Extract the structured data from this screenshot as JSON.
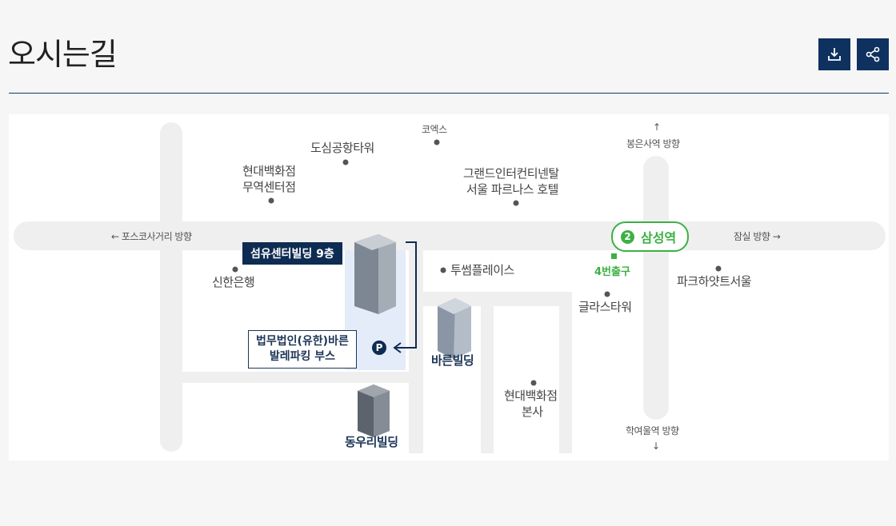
{
  "header": {
    "title": "오시는길",
    "download_icon": "download-icon",
    "share_icon": "share-icon",
    "accent": "#0e3160"
  },
  "map": {
    "directions": {
      "west": "← 포스코사거리 방향",
      "east": "잠실 방향 →",
      "north_arrow": "↑",
      "north": "봉은사역 방향",
      "south": "학여울역 방향",
      "south_arrow": "↓"
    },
    "landmarks": {
      "coex": "코엑스",
      "dosim": "도심공항타워",
      "hyundai_line1": "현대백화점",
      "hyundai_line2": "무역센터점",
      "grand_line1": "그랜드인터컨티넨탈",
      "grand_line2": "서울 파르나스 호텔",
      "shinhan": "신한은행",
      "tusum": "투썸플레이스",
      "glass": "글라스타워",
      "park": "파크하얏트서울",
      "hq_line1": "현대백화점",
      "hq_line2": "본사"
    },
    "buildings": {
      "target": "섬유센터빌딩 9층",
      "barun": "바른빌딩",
      "dongwoo": "동우리빌딩"
    },
    "parking": {
      "line1": "법무법인(유한)바른",
      "line2": "발레파킹 부스",
      "symbol": "P"
    },
    "station": {
      "line": "2",
      "name": "삼성역",
      "exit": "4번출구",
      "color": "#3cb043"
    },
    "colors": {
      "road": "#efefef",
      "highlight": "#e3ecf8",
      "navy": "#0e2b52"
    }
  }
}
